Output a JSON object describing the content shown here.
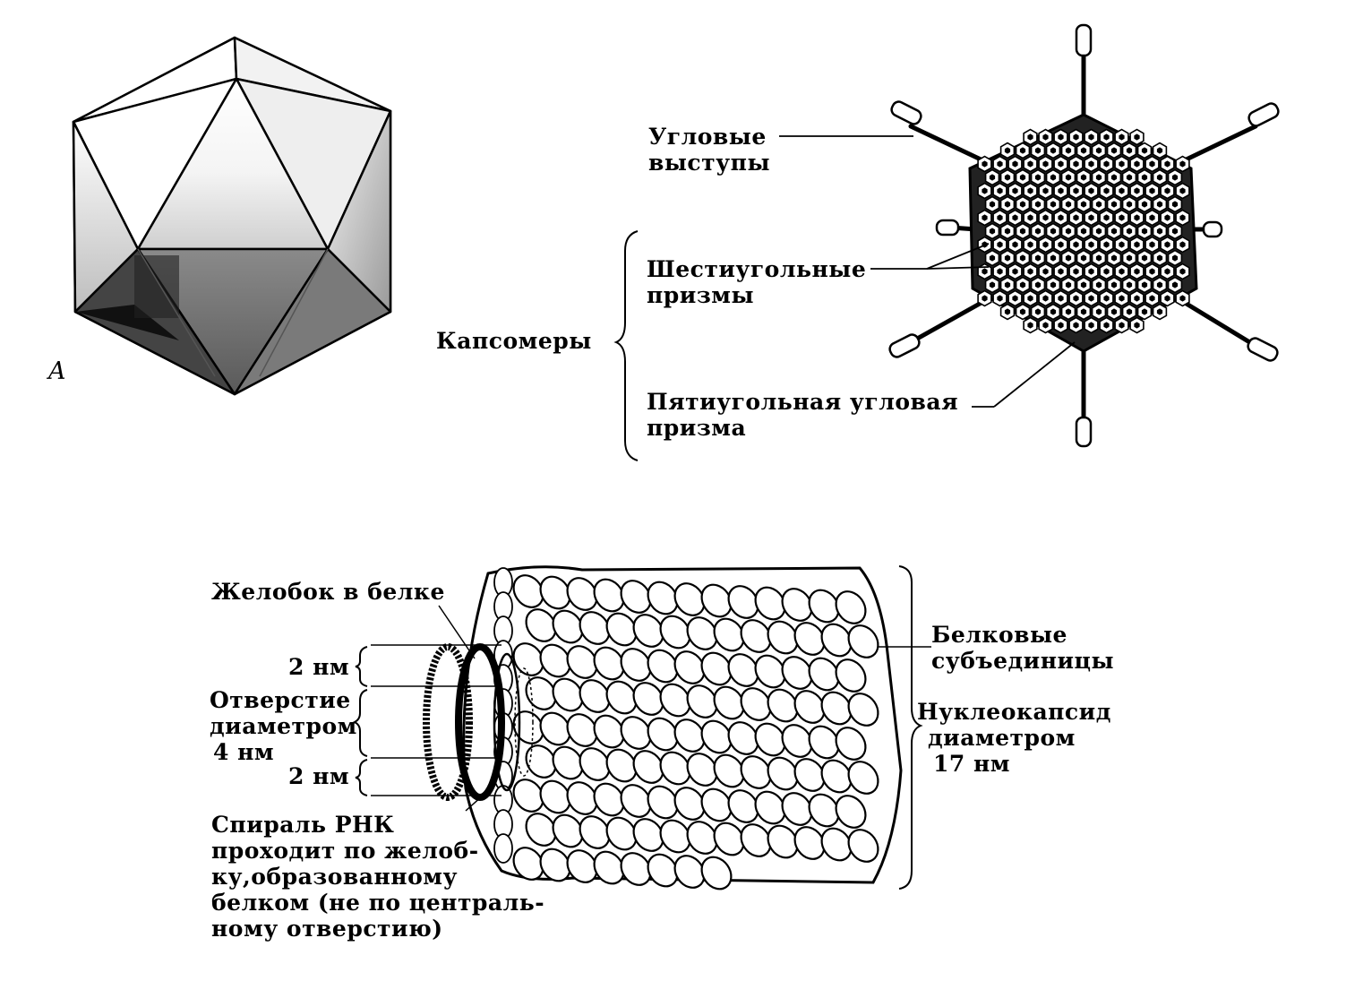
{
  "panel_a": {
    "letter": "A"
  },
  "adenovirus": {
    "fibers_label": [
      "Угловые",
      "выступы"
    ],
    "hexons_label": [
      "Шестиугольные",
      "призмы"
    ],
    "capsomeres_label": "Капсомеры",
    "penton_label": [
      "Пятиугольная угловая",
      "призма"
    ]
  },
  "tmv": {
    "groove_label": "Желобок в белке",
    "pitch_top_label": "2 нм",
    "hole_label": [
      "Отверстие",
      "диаметром",
      "4 нм"
    ],
    "pitch_bottom_label": "2 нм",
    "rna_label": [
      "Спираль РНК",
      "проходит  по желоб-",
      "ку,образованному",
      "белком  (не по централь-",
      "ному отверстию)"
    ],
    "subunits_label": [
      "Белковые",
      "субъединицы"
    ],
    "nucleocapsid_label": [
      "Нуклеокапсид",
      "диаметром",
      "17 нм"
    ]
  }
}
